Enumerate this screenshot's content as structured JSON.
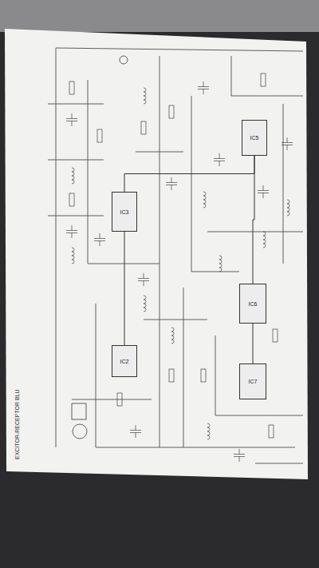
{
  "diagram": {
    "nodes": [
      {
        "text": [
          "IC5"
        ]
      },
      {
        "text": [
          "IC3"
        ]
      },
      {
        "text": [
          "IC6"
        ]
      },
      {
        "text": [
          "IC2"
        ]
      },
      {
        "text": [
          "IC7"
        ]
      }
    ],
    "edges": [
      {
        "from": 3,
        "to": 1,
        "arrow": "none"
      },
      {
        "from": 1,
        "to": 0,
        "arrow": "none"
      },
      {
        "from": 0,
        "to": 2,
        "arrow": "none"
      },
      {
        "from": 2,
        "to": 4,
        "arrow": "none"
      }
    ],
    "labels": [
      "EXCITOR-RECEPTOR BLU"
    ]
  }
}
